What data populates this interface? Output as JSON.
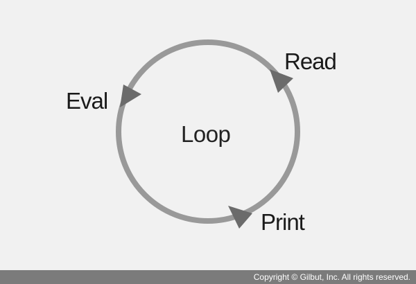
{
  "diagram": {
    "center_label": "Loop",
    "stages": [
      {
        "label": "Read"
      },
      {
        "label": "Print"
      },
      {
        "label": "Eval"
      }
    ],
    "colors": {
      "ring": "#999999",
      "arrow": "#6b6b6b",
      "text": "#1a1a1a",
      "background": "#f1f1f1"
    }
  },
  "footer": {
    "copyright": "Copyright © Gilbut, Inc. All rights reserved.",
    "background": "#7b7b7b"
  }
}
